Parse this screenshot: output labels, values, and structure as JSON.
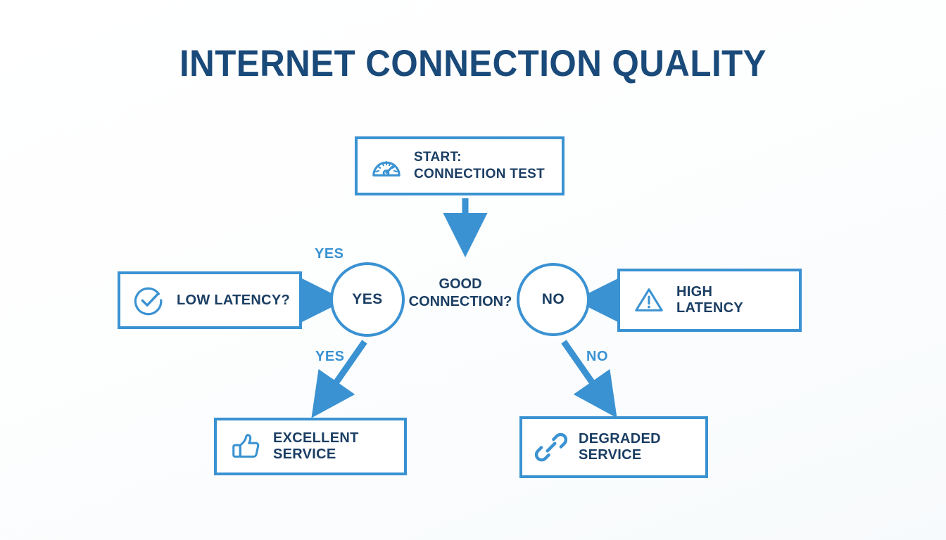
{
  "page": {
    "title": "INTERNET CONNECTION QUALITY",
    "background_color": "#ffffff",
    "accent_color": "#3a92d2",
    "text_color": "#1b3e63",
    "title_color": "#1a4a7a"
  },
  "diagram": {
    "type": "flowchart",
    "nodes": {
      "start": {
        "label": "START:\nCONNECTION TEST",
        "icon": "speedometer-icon",
        "shape": "rectangle"
      },
      "low_latency": {
        "label": "LOW LATENCY?",
        "icon": "check-circle-icon",
        "shape": "rectangle"
      },
      "high_latency": {
        "label": "HIGH\nLATENCY",
        "icon": "warning-triangle-icon",
        "shape": "rectangle"
      },
      "decision_yes": {
        "label": "YES",
        "shape": "circle"
      },
      "decision_no": {
        "label": "NO",
        "shape": "circle"
      },
      "question": {
        "label": "GOOD\nCONNECTION?"
      },
      "excellent": {
        "label": "EXCELLENT\nSERVICE",
        "icon": "thumbs-up-icon",
        "shape": "rectangle"
      },
      "degraded": {
        "label": "DEGRADED\nSERVICE",
        "icon": "broken-link-icon",
        "shape": "rectangle"
      }
    },
    "edges": [
      {
        "from": "start",
        "to": "question",
        "label": "",
        "direction": "down"
      },
      {
        "from": "low_latency",
        "to": "decision_yes",
        "label": "",
        "direction": "right"
      },
      {
        "from": "high_latency",
        "to": "decision_no",
        "label": "",
        "direction": "left"
      },
      {
        "from": "decision_yes",
        "to": "excellent",
        "label": "YES",
        "direction": "down-left"
      },
      {
        "from": "decision_no",
        "to": "degraded",
        "label": "NO",
        "direction": "down-right"
      }
    ],
    "labels": {
      "yes_top": "YES",
      "yes_bottom": "YES",
      "no_bottom": "NO"
    }
  }
}
